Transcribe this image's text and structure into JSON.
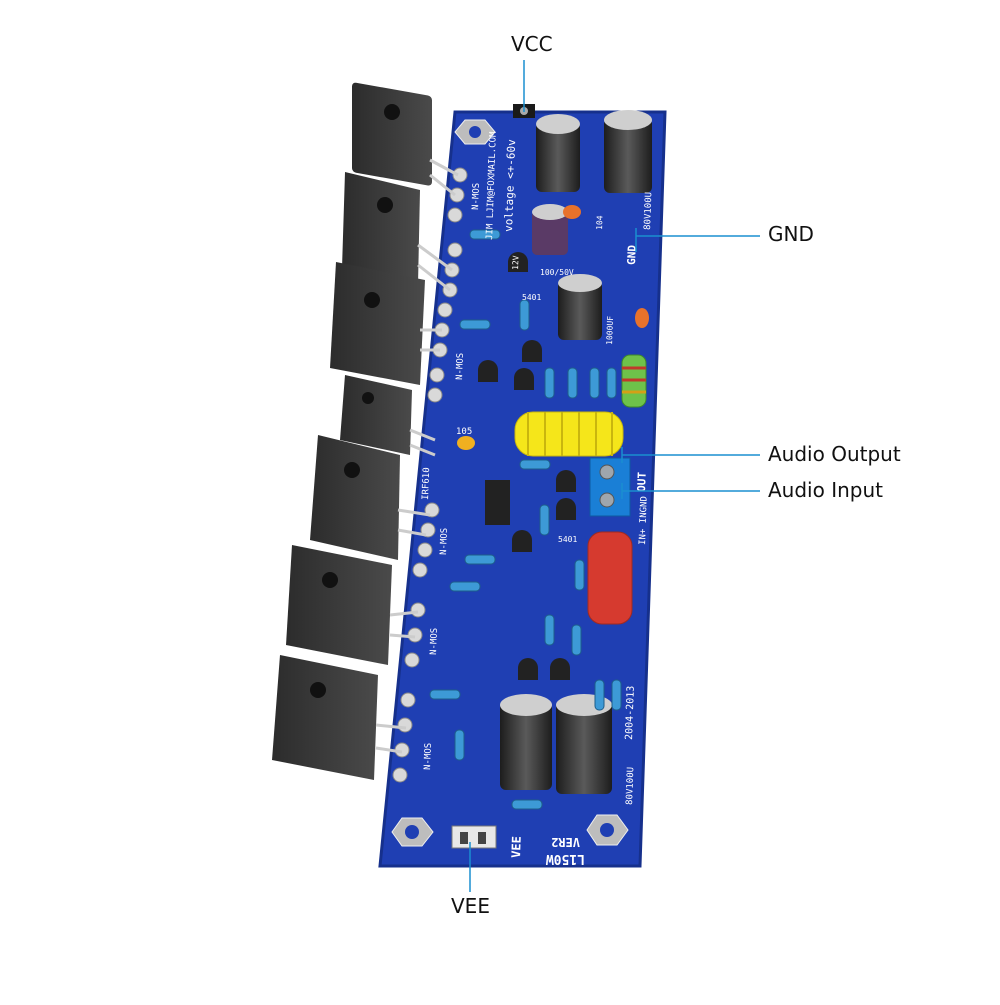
{
  "labels": {
    "vcc": "VCC",
    "gnd": "GND",
    "audio_output": "Audio Output",
    "audio_input": "Audio Input",
    "vee": "VEE"
  },
  "board_silkscreen": {
    "email": "JIM LJIM@FOXMAIL.COM",
    "voltage": "voltage <+-60v",
    "n_mos": "N-MOS",
    "gnd_mark": "GND",
    "out_mark": "OUT",
    "in_mark": "IN+ INGND",
    "irf": "IRF610",
    "years": "2004-2013",
    "cap_label": "80V100U",
    "cap_label_2": "80V100U",
    "cap_small": "100/50V",
    "c105": "105",
    "c104": "104",
    "q5401": "5401",
    "q5401b": "5401",
    "model": "L150W",
    "version": "VER2",
    "vee_mark": "VEE",
    "v12": "12V",
    "cap_1000": "1000UF"
  },
  "colors": {
    "board": "#1f3fb3",
    "board_edge": "#16308c",
    "callout_line": "#1a8fd0",
    "mosfet_body": "#3a3a3a",
    "yellow_inductor": "#f5e61a",
    "red_cap": "#d63a2f",
    "terminal_blue": "#1a7fd6"
  }
}
